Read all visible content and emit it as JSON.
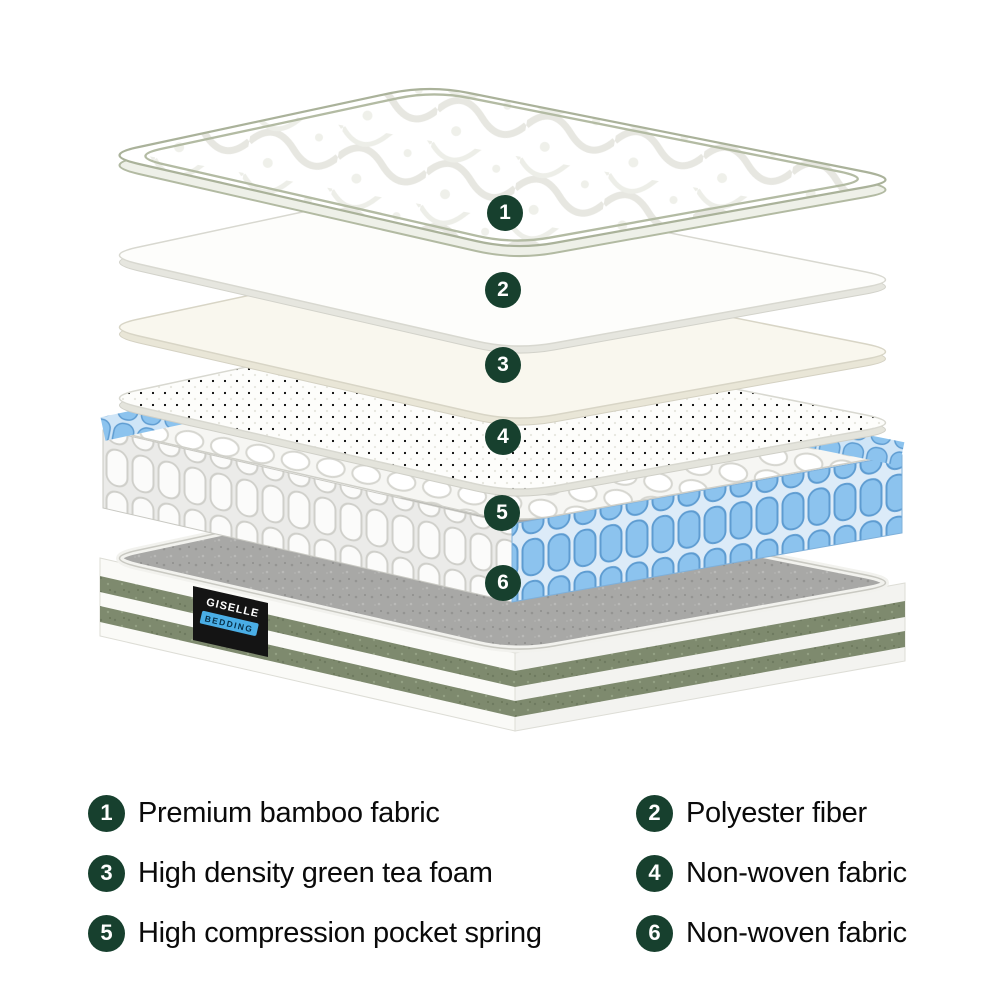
{
  "diagram": {
    "badge_numbers": [
      "1",
      "2",
      "3",
      "4",
      "5",
      "6"
    ]
  },
  "legend": {
    "items": [
      {
        "num": "1",
        "label": "Premium bamboo fabric"
      },
      {
        "num": "2",
        "label": "Polyester fiber"
      },
      {
        "num": "3",
        "label": "High density green tea foam"
      },
      {
        "num": "4",
        "label": "Non-woven fabric"
      },
      {
        "num": "5",
        "label": "High compression pocket spring"
      },
      {
        "num": "6",
        "label": "Non-woven fabric"
      }
    ]
  },
  "brand": {
    "line1": "GISELLE",
    "line2": "BEDDING"
  },
  "colors": {
    "badge_green": "#17402e",
    "spring_blue": "#8cc3ee",
    "band_green": "#7e8a6e",
    "label_blue": "#4aaee6",
    "legend_text": "#0a0a0a"
  }
}
